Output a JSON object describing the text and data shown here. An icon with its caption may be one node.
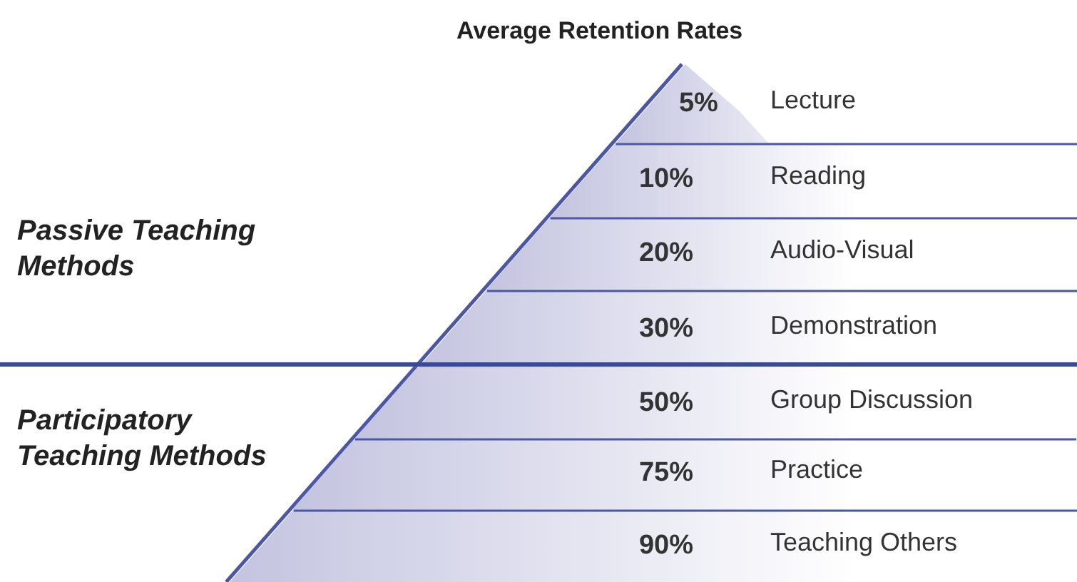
{
  "diagram": {
    "title": "Average Retention Rates",
    "nodes": [
      {
        "text": [
          "5%",
          "Lecture"
        ]
      },
      {
        "text": [
          "10%",
          "Reading"
        ]
      },
      {
        "text": [
          "20%",
          "Audio-Visual"
        ]
      },
      {
        "text": [
          "30%",
          "Demonstration"
        ]
      },
      {
        "text": [
          "50%",
          "Group Discussion"
        ]
      },
      {
        "text": [
          "75%",
          "Practice"
        ]
      },
      {
        "text": [
          "90%",
          "Teaching Others"
        ]
      }
    ],
    "labels": [
      "Passive Teaching Methods",
      "Participatory Teaching Methods"
    ]
  }
}
